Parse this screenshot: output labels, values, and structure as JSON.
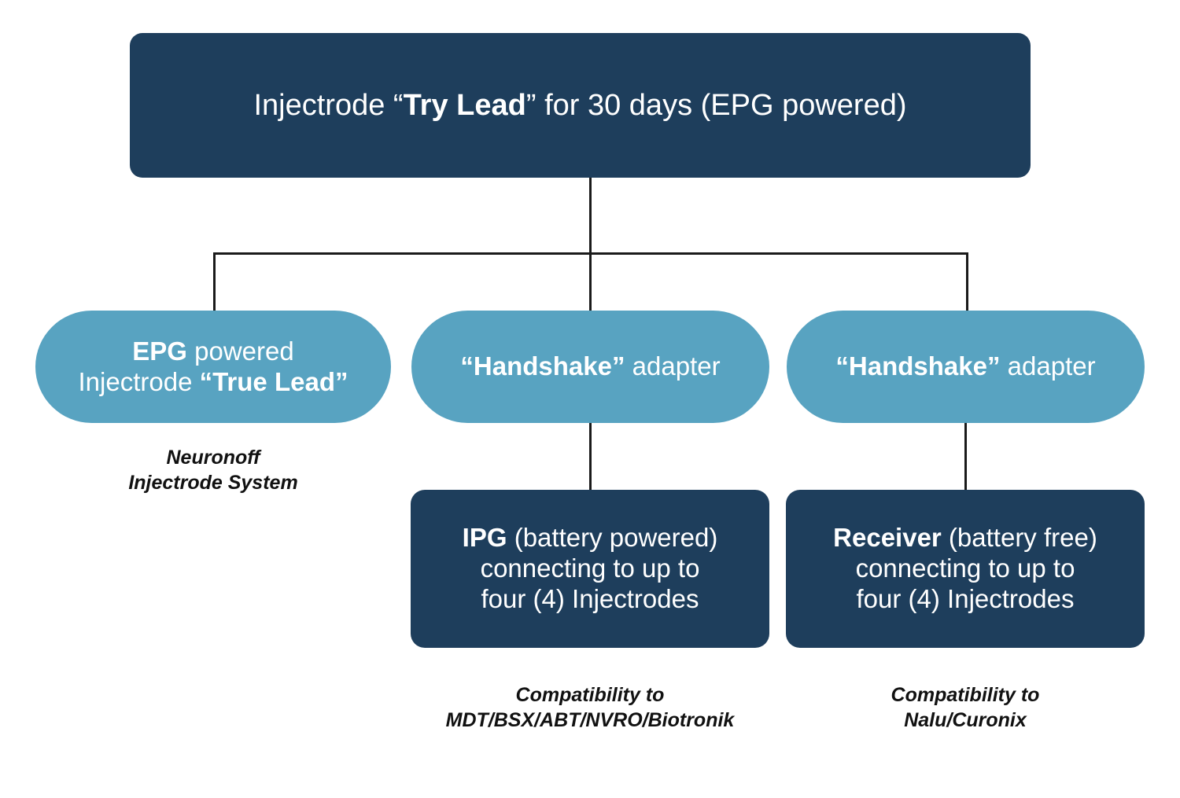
{
  "diagram": {
    "title_visible": false,
    "colors": {
      "dark_navy": "#1e3e5c",
      "light_blue": "#58a3c1",
      "connector": "#1a1a1a",
      "background": "#ffffff",
      "node_text": "#ffffff",
      "caption_text": "#111111"
    },
    "root": {
      "text_full": "Injectrode “Try Lead” for 30 days (EPG powered)",
      "prefix": "Injectrode “",
      "bold": "Try Lead",
      "suffix": "” for 30 days (EPG powered)"
    },
    "branches": [
      {
        "pill": {
          "line1_bold": "EPG",
          "line1_rest": " powered",
          "line2_prefix": "Injectrode ",
          "line2_bold": "“True Lead”",
          "text_full": "EPG powered Injectrode “True Lead”"
        },
        "caption": {
          "line1": "Neuronoff",
          "line2": "Injectrode System",
          "text_full": "Neuronoff Injectrode System"
        },
        "leaf": null
      },
      {
        "pill": {
          "bold": "“Handshake”",
          "rest": " adapter",
          "text_full": "“Handshake” adapter"
        },
        "leaf": {
          "bold": "IPG",
          "rest": " (battery powered)",
          "line2": "connecting to up to",
          "line3": "four (4) Injectrodes",
          "text_full": "IPG (battery powered) connecting to up to four (4) Injectrodes"
        },
        "caption": {
          "line1": "Compatibility to",
          "line2": "MDT/BSX/ABT/NVRO/Biotronik",
          "text_full": "Compatibility to MDT/BSX/ABT/NVRO/Biotronik"
        }
      },
      {
        "pill": {
          "bold": "“Handshake”",
          "rest": " adapter",
          "text_full": "“Handshake” adapter"
        },
        "leaf": {
          "bold": "Receiver",
          "rest": " (battery free)",
          "line2": "connecting to up to",
          "line3": "four (4) Injectrodes",
          "text_full": "Receiver (battery free) connecting to up to four (4) Injectrodes"
        },
        "caption": {
          "line1": "Compatibility to",
          "line2": "Nalu/Curonix",
          "text_full": "Compatibility to Nalu/Curonix"
        }
      }
    ]
  }
}
